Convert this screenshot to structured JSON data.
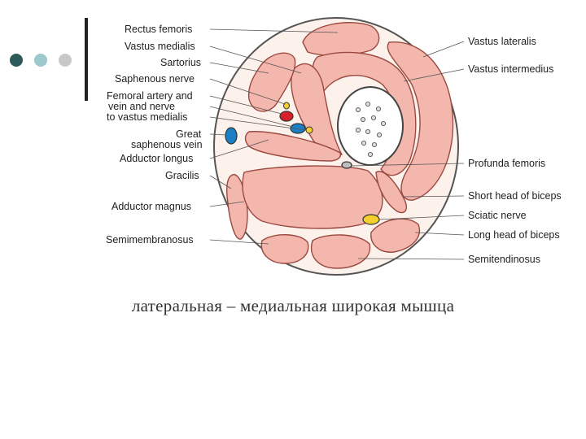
{
  "colors": {
    "bullet_1": "#2e5a5c",
    "bullet_2": "#9dc8cc",
    "bullet_3": "#c8c8c8",
    "muscle": "#f4b7ad",
    "muscle_line": "#9a4a40",
    "fascia": "#fdf1ec",
    "artery": "#d8202a",
    "vein": "#1a7fc4",
    "nerve": "#f2cf2e",
    "bone": "#ffffff"
  },
  "labels_left": [
    "Rectus femoris",
    "Vastus medialis",
    "Sartorius",
    "Saphenous nerve",
    "Femoral artery and",
    "vein and nerve",
    "to vastus medialis",
    "Great",
    "saphenous vein",
    "Adductor longus",
    "Gracilis",
    "Adductor magnus",
    "Semimembranosus"
  ],
  "labels_right": [
    "Vastus lateralis",
    "Vastus intermedius",
    "Profunda femoris",
    "Short head of biceps",
    "Sciatic nerve",
    "Long head of biceps",
    "Semitendinosus"
  ],
  "caption": "латеральная – медиальная широкая мышца"
}
